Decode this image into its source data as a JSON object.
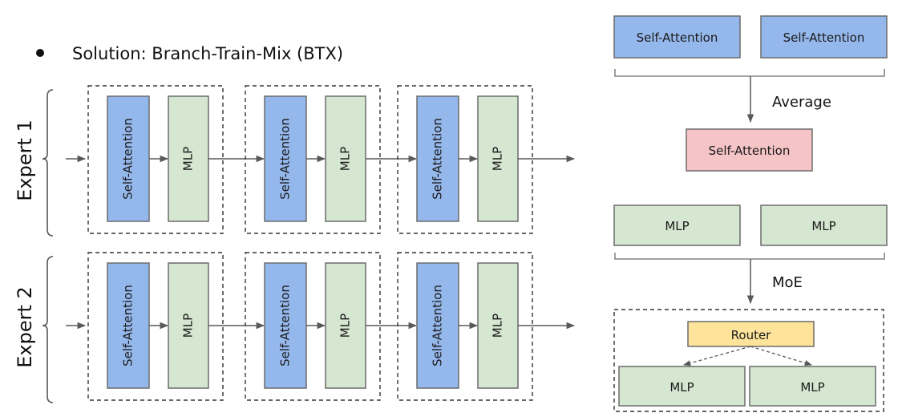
{
  "title": {
    "bullet": "●",
    "text": "Solution: Branch-Train-Mix (BTX)"
  },
  "colors": {
    "attention": "#95b8ec",
    "mlp": "#d5e7d0",
    "averaged_attention": "#f5c4c6",
    "router": "#fde49a",
    "border": "#6b6b6b",
    "arrow": "#595959"
  },
  "experts": [
    {
      "label": "Expert 1",
      "blocks": [
        {
          "attention": "Self-Attention",
          "mlp": "MLP"
        },
        {
          "attention": "Self-Attention",
          "mlp": "MLP"
        },
        {
          "attention": "Self-Attention",
          "mlp": "MLP"
        }
      ]
    },
    {
      "label": "Expert 2",
      "blocks": [
        {
          "attention": "Self-Attention",
          "mlp": "MLP"
        },
        {
          "attention": "Self-Attention",
          "mlp": "MLP"
        },
        {
          "attention": "Self-Attention",
          "mlp": "MLP"
        }
      ]
    }
  ],
  "merge": {
    "attention_inputs": [
      "Self-Attention",
      "Self-Attention"
    ],
    "attention_op": "Average",
    "attention_output": "Self-Attention",
    "mlp_inputs": [
      "MLP",
      "MLP"
    ],
    "mlp_op": "MoE",
    "router": "Router",
    "moe_experts": [
      "MLP",
      "MLP"
    ]
  }
}
